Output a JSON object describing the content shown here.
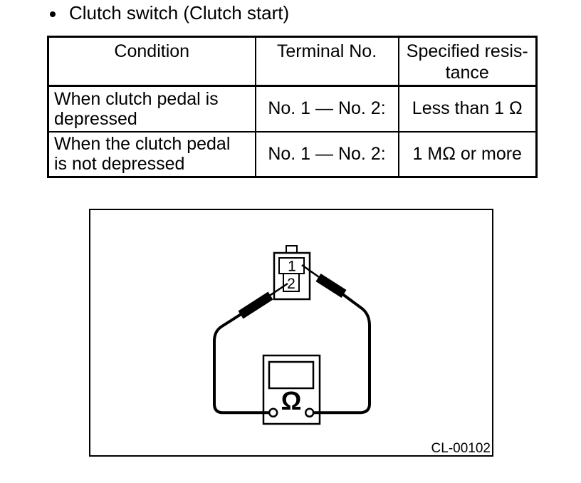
{
  "page": {
    "title": "Clutch switch (Clutch start)"
  },
  "table": {
    "headers": {
      "condition": "Condition",
      "terminal": "Terminal No.",
      "resistance_line1": "Specified resis-",
      "resistance_line2": "tance"
    },
    "rows": [
      {
        "condition_line1": "When clutch pedal is",
        "condition_line2": "depressed",
        "terminal": "No. 1 — No. 2:",
        "resistance": "Less than 1 Ω"
      },
      {
        "condition_line1": "When the clutch pedal",
        "condition_line2": "is not depressed",
        "terminal": "No. 1 — No. 2:",
        "resistance": "1 MΩ or more"
      }
    ]
  },
  "figure": {
    "terminal_1_label": "1",
    "terminal_2_label": "2",
    "meter_symbol": "Ω",
    "figure_code": "CL-00102"
  },
  "colors": {
    "ink": "#000000",
    "background": "#ffffff"
  }
}
